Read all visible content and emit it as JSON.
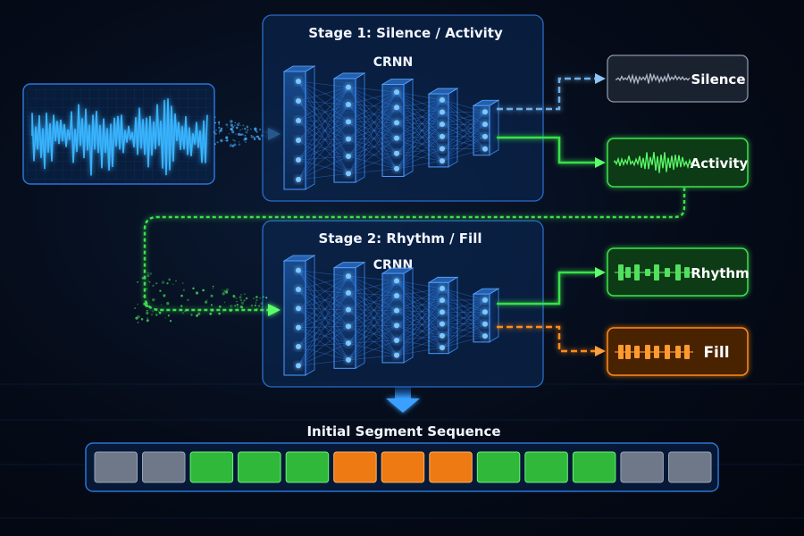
{
  "stage1": {
    "title": "Stage 1: Silence / Activity",
    "model": "CRNN"
  },
  "stage2": {
    "title": "Stage 2: Rhythm / Fill",
    "model": "CRNN"
  },
  "outputs": {
    "silence": "Silence",
    "activity": "Activity",
    "rhythm": "Rhythm",
    "fill": "Fill"
  },
  "sequence": {
    "title": "Initial Segment Sequence",
    "segments": [
      "silence",
      "silence",
      "activity",
      "activity",
      "activity",
      "fill",
      "fill",
      "fill",
      "activity",
      "activity",
      "activity",
      "silence",
      "silence"
    ]
  },
  "colors": {
    "silence": "#7c8596",
    "activity": "#2fbf3a",
    "rhythm": "#2fbf3a",
    "fill": "#f07a12",
    "blue": "#2a8cff",
    "green": "#39e04a",
    "orange": "#ff8a1a"
  }
}
